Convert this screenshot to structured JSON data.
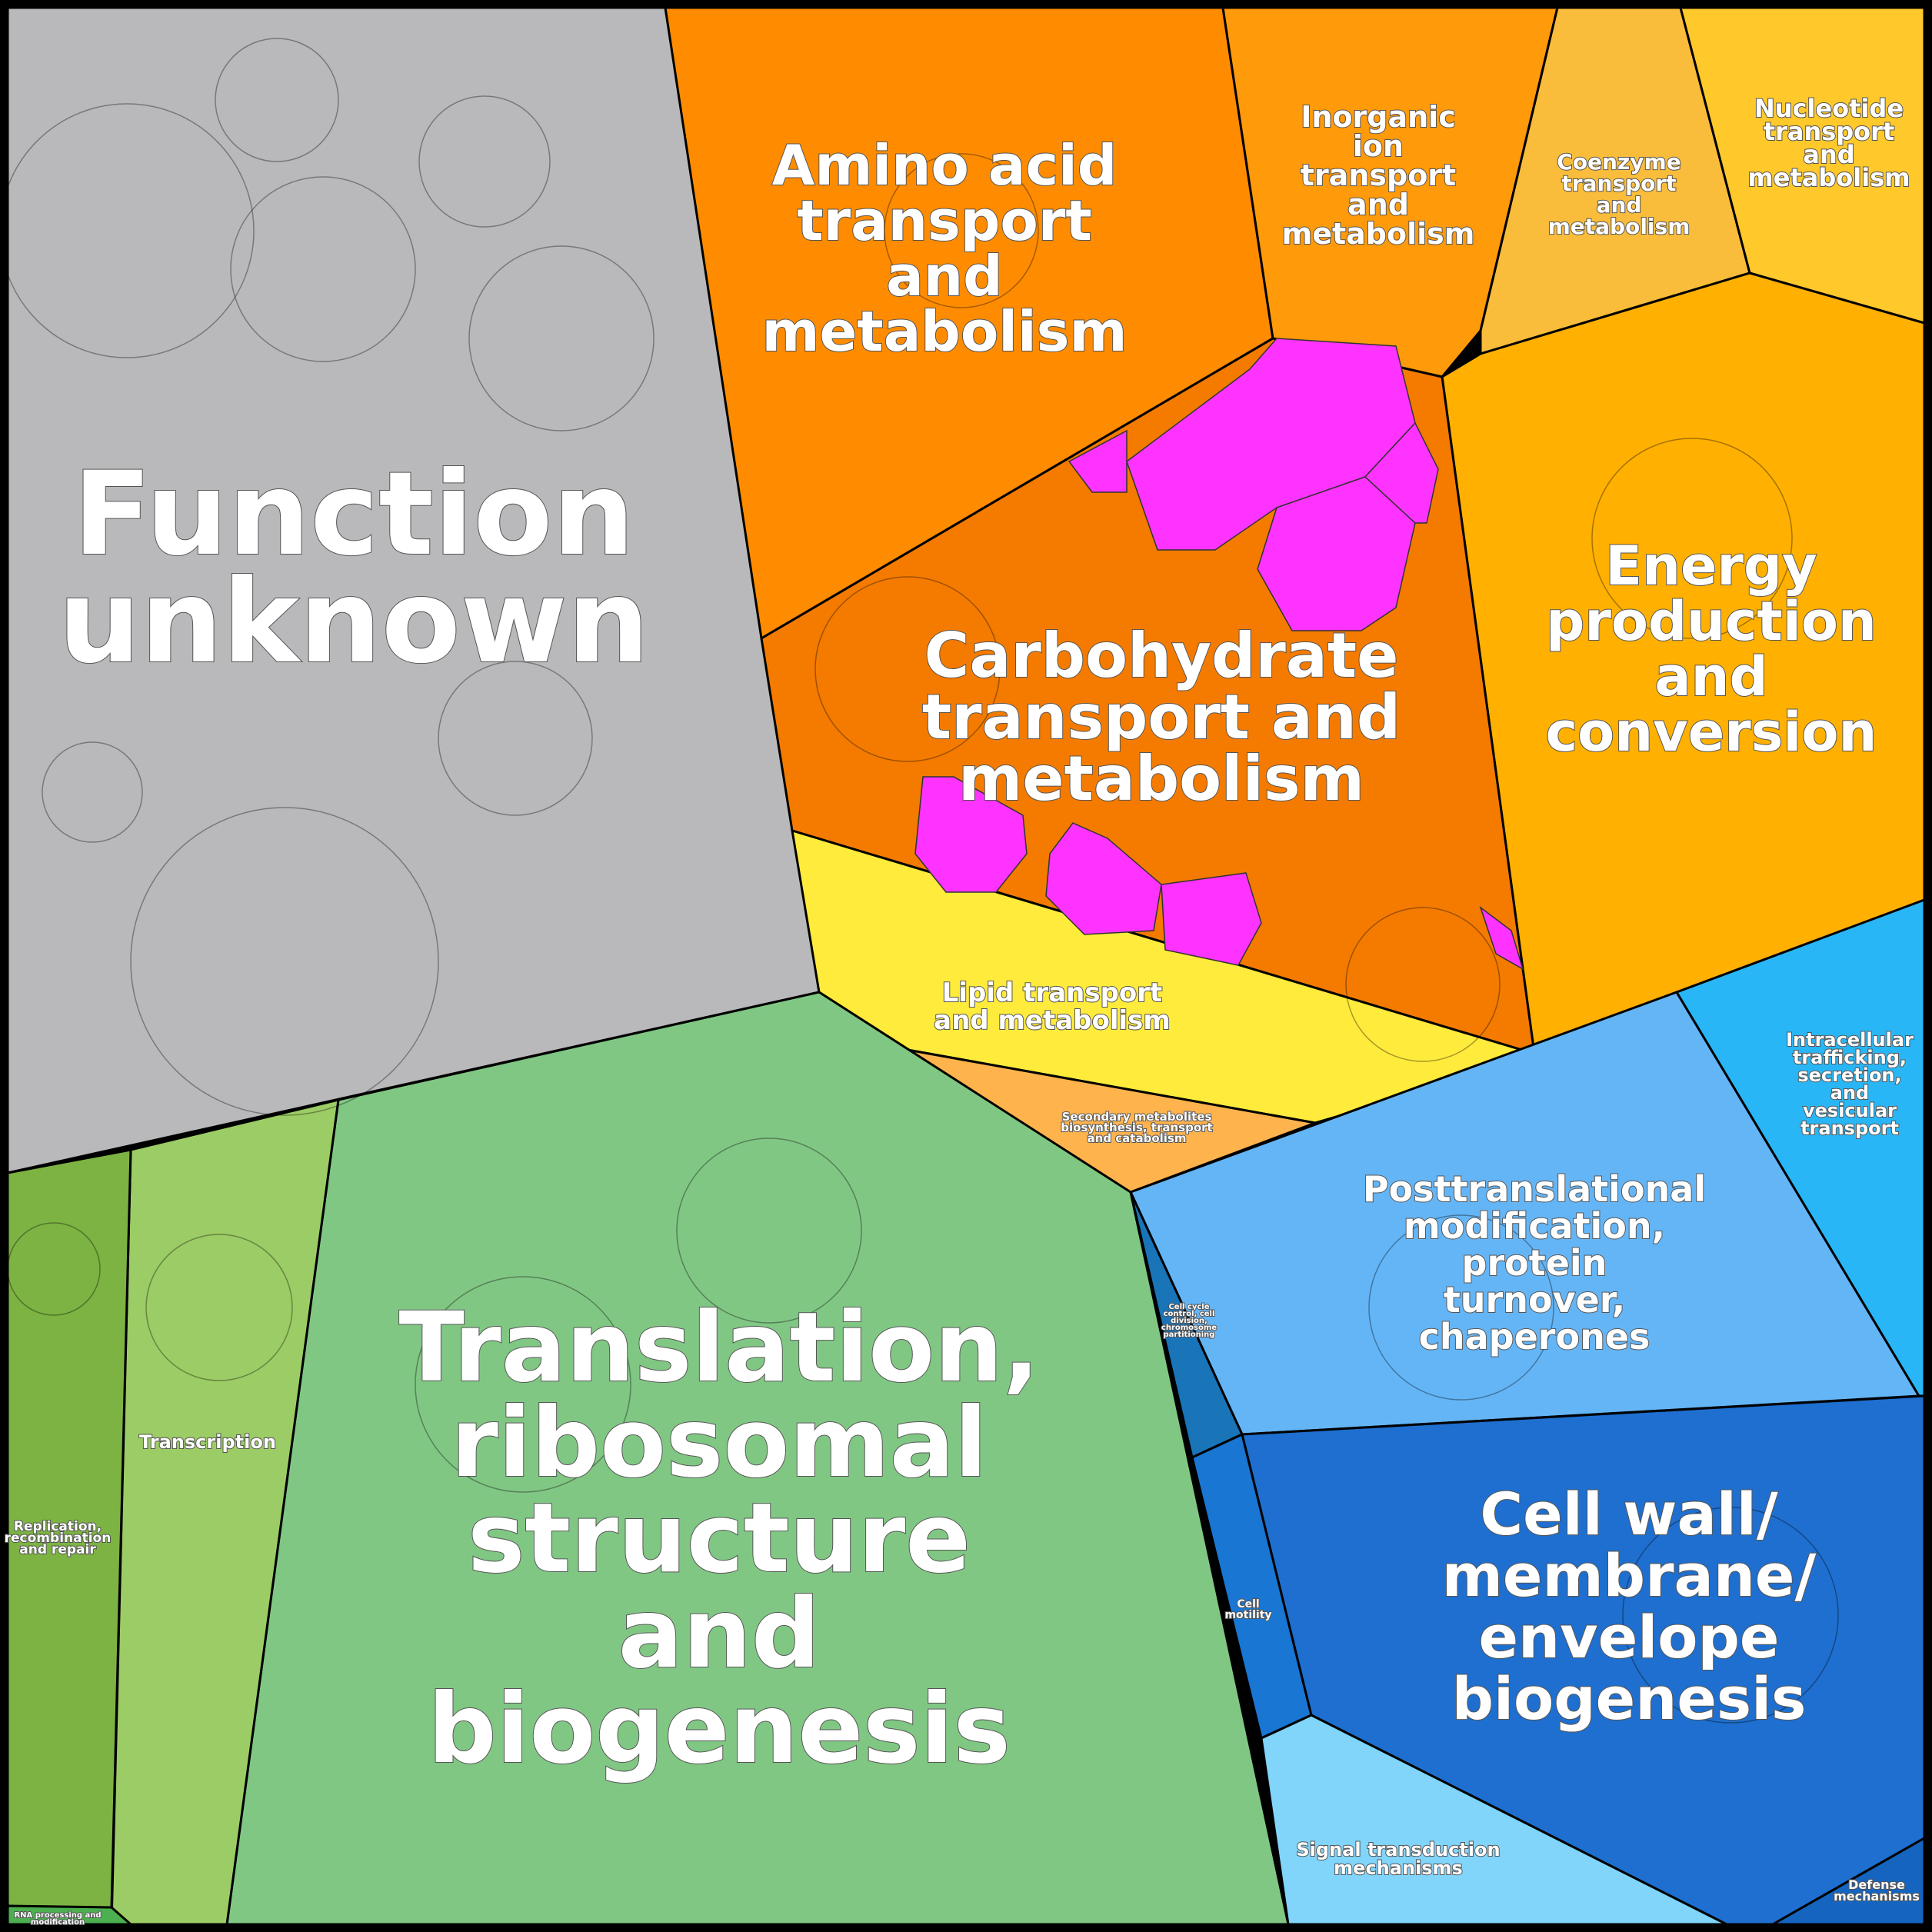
{
  "regions": {
    "function_unknown": {
      "lines": [
        "Function",
        "unknown"
      ],
      "color": "#b9b9bb"
    },
    "amino_acid": {
      "lines": [
        "Amino acid",
        "transport",
        "and",
        "metabolism"
      ],
      "color": "#ff8c00"
    },
    "inorganic_ion": {
      "lines": [
        "Inorganic",
        "ion",
        "transport",
        "and",
        "metabolism"
      ],
      "color": "#ff9a0a"
    },
    "coenzyme": {
      "lines": [
        "Coenzyme",
        "transport",
        "and",
        "metabolism"
      ],
      "color": "#f9bd3b"
    },
    "nucleotide": {
      "lines": [
        "Nucleotide",
        "transport",
        "and",
        "metabolism"
      ],
      "color": "#ffc82b"
    },
    "energy": {
      "lines": [
        "Energy",
        "production",
        "and",
        "conversion"
      ],
      "color": "#ffb000"
    },
    "carbohydrate": {
      "lines": [
        "Carbohydrate",
        "transport and",
        "metabolism"
      ],
      "color": "#f47b00"
    },
    "lipid": {
      "lines": [
        "Lipid transport",
        "and metabolism"
      ],
      "color": "#ffeb3b"
    },
    "secondary": {
      "lines": [
        "Secondary metabolites",
        "biosynthesis, transport",
        "and catabolism"
      ],
      "color": "#ffb34d"
    },
    "translation": {
      "lines": [
        "Translation,",
        "ribosomal",
        "structure",
        "and",
        "biogenesis"
      ],
      "color": "#81c784"
    },
    "transcription": {
      "lines": [
        "Transcription"
      ],
      "color": "#9ccc65"
    },
    "replication": {
      "lines": [
        "Replication,",
        "recombination",
        "and repair"
      ],
      "color": "#7cb342"
    },
    "rna_processing": {
      "lines": [
        "RNA processing and",
        "modification"
      ],
      "color": "#4caf50"
    },
    "posttranslational": {
      "lines": [
        "Posttranslational",
        "modification,",
        "protein",
        "turnover,",
        "chaperones"
      ],
      "color": "#64b5f6"
    },
    "intracellular": {
      "lines": [
        "Intracellular",
        "trafficking,",
        "secretion,",
        "and",
        "vesicular",
        "transport"
      ],
      "color": "#29b6f6"
    },
    "cell_cycle": {
      "lines": [
        "Cell cycle",
        "control, cell",
        "division,",
        "chromosome",
        "partitioning"
      ],
      "color": "#1a74b8"
    },
    "cell_motility": {
      "lines": [
        "Cell",
        "motility"
      ],
      "color": "#1976d2"
    },
    "cell_wall": {
      "lines": [
        "Cell wall/",
        "membrane/",
        "envelope",
        "biogenesis"
      ],
      "color": "#1e6fcf"
    },
    "signal": {
      "lines": [
        "Signal transduction",
        "mechanisms"
      ],
      "color": "#81d4fa"
    },
    "defense": {
      "lines": [
        "Defense",
        "mechanisms"
      ],
      "color": "#1565c0"
    }
  },
  "highlight_color": "#ff33ff"
}
